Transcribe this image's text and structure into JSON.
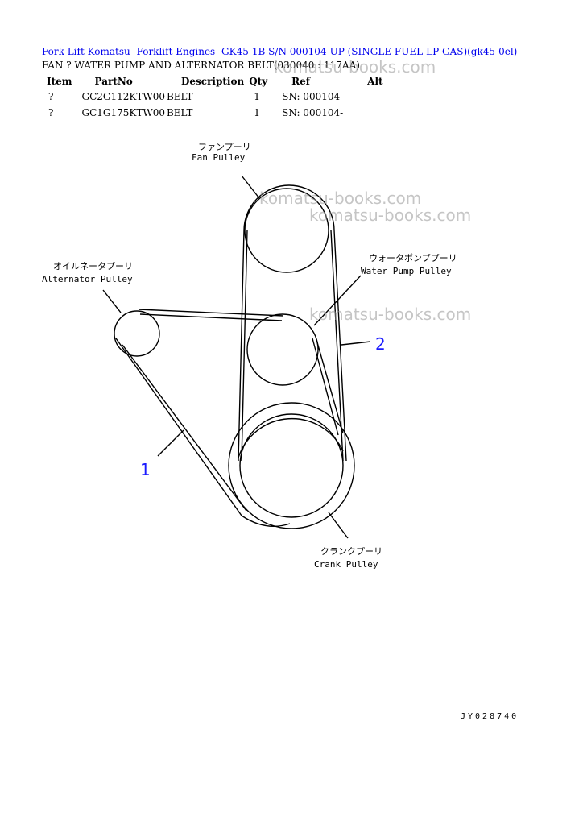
{
  "breadcrumb": [
    {
      "label": "Fork Lift Komatsu"
    },
    {
      "label": "Forklift Engines"
    },
    {
      "label": "GK45-1B S/N 000104-UP (SINGLE FUEL-LP GAS)(gk45-0el)"
    }
  ],
  "page_title": "FAN ? WATER PUMP AND ALTERNATOR BELT(030040 : 117AA)",
  "table": {
    "headers": [
      "Item",
      "PartNo",
      "Description",
      "Qty",
      "Ref",
      "Alt"
    ],
    "rows": [
      {
        "item": "?",
        "part_no": "GC2G112KTW00",
        "description": "BELT",
        "qty": "1",
        "ref": "SN: 000104-",
        "alt": ""
      },
      {
        "item": "?",
        "part_no": "GC1G175KTW00",
        "description": "BELT",
        "qty": "1",
        "ref": "SN: 000104-",
        "alt": ""
      }
    ]
  },
  "watermarks": [
    "komatsu-books.com",
    "komatsu-books.com",
    "komatsu-books.com",
    "komatsu-books.com"
  ],
  "diagram": {
    "fan_pulley_jp": "ファンプーリ",
    "fan_pulley": "Fan Pulley",
    "alternator_pulley_jp": "オイルネータプーリ",
    "alternator_pulley": "Alternator Pulley",
    "water_pump_pulley_jp": "ウォータポンププーリ",
    "water_pump_pulley": "Water Pump Pulley",
    "crank_pulley_jp": "クランクプーリ",
    "crank_pulley": "Crank Pulley",
    "callout_1": "1",
    "callout_2": "2",
    "callout_color": "#1a1aff"
  },
  "ref_code": "JY028740"
}
